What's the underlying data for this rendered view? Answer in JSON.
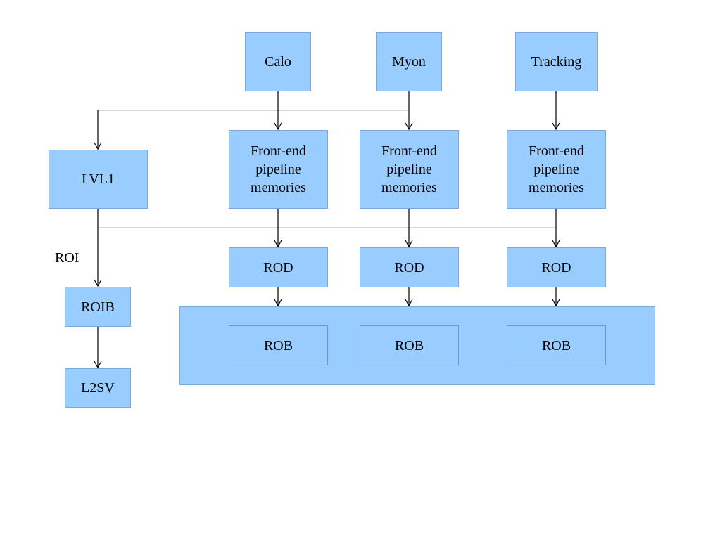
{
  "diagram": {
    "detectors": {
      "calo": "Calo",
      "myon": "Myon",
      "tracking": "Tracking"
    },
    "frontend": {
      "calo": "Front-end\npipeline\nmemories",
      "myon": "Front-end\npipeline\nmemories",
      "tracking": "Front-end\npipeline\nmemories"
    },
    "rod": {
      "calo": "ROD",
      "myon": "ROD",
      "tracking": "ROD"
    },
    "rob": {
      "calo": "ROB",
      "myon": "ROB",
      "tracking": "ROB"
    },
    "trigger": {
      "lvl1": "LVL1",
      "roi_label": "ROI",
      "roib": "ROIB",
      "l2sv": "L2SV"
    },
    "colors": {
      "box_fill": "#99ccff",
      "box_border": "#7aa9d9",
      "arrow": "#000000",
      "bus_line": "#b3b3b3"
    }
  }
}
